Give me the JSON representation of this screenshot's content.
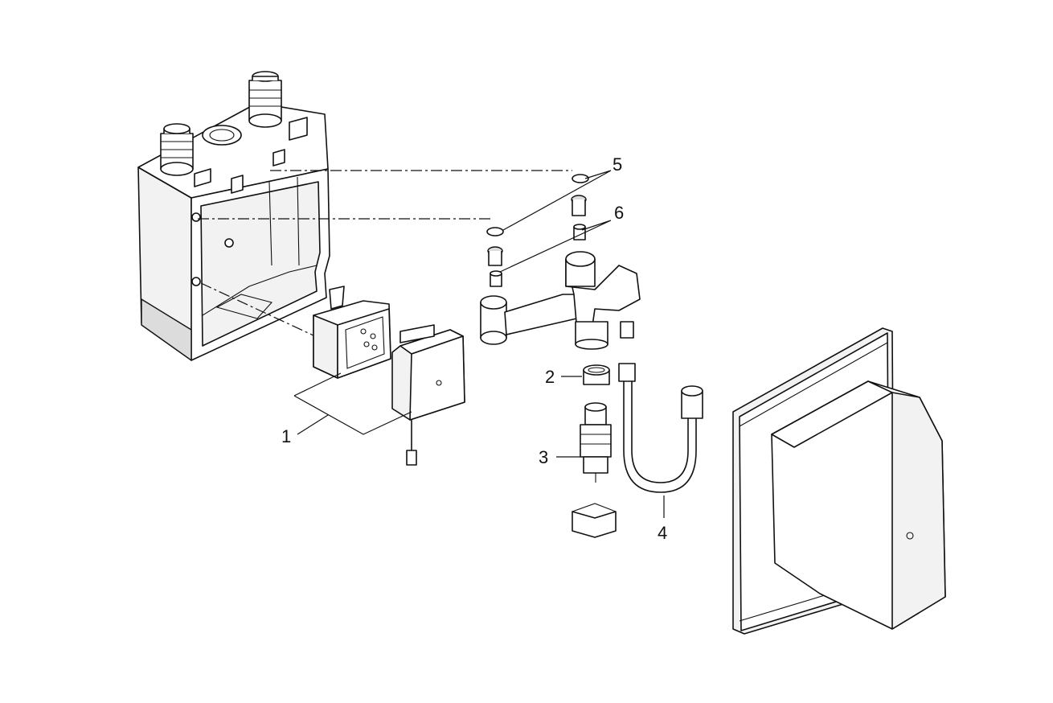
{
  "callouts": [
    {
      "id": "1",
      "label": "1"
    },
    {
      "id": "2",
      "label": "2"
    },
    {
      "id": "3",
      "label": "3"
    },
    {
      "id": "4",
      "label": "4"
    },
    {
      "id": "5",
      "label": "5"
    },
    {
      "id": "6",
      "label": "6"
    }
  ],
  "colors": {
    "line": "#111111",
    "shade": "#f2f2f2",
    "background": "#ffffff"
  }
}
